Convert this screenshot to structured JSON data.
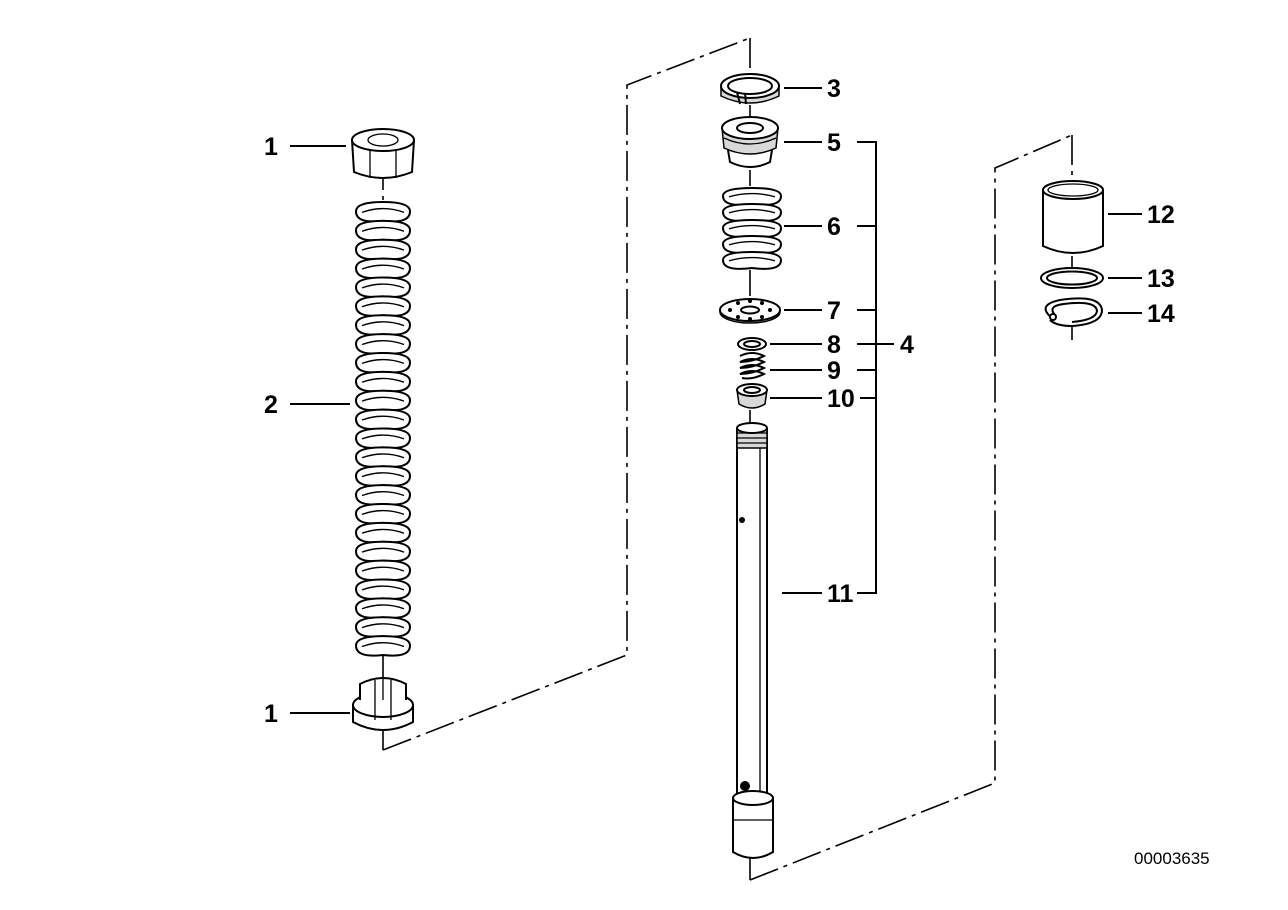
{
  "labels": {
    "l1_top": "1",
    "l2": "2",
    "l1_bottom": "1",
    "l3": "3",
    "l5": "5",
    "l6": "6",
    "l7": "7",
    "l8": "8",
    "l4": "4",
    "l9": "9",
    "l10": "10",
    "l11": "11",
    "l12": "12",
    "l13": "13",
    "l14": "14"
  },
  "reference_number": "00003635"
}
